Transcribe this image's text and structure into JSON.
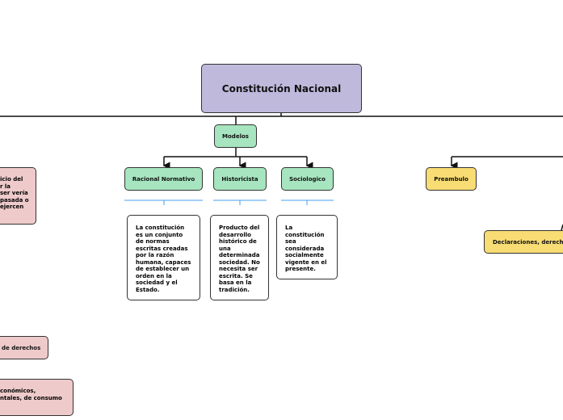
{
  "title": "Constitución Nacional",
  "modelos": "Modelos",
  "models": [
    {
      "label": "Racional Normativo",
      "desc": "La constitución es un conjunto de normas escritas creadas por la razón humana, capaces de establecer un orden en la sociedad y el Estado."
    },
    {
      "label": "Historicista",
      "desc": "Producto del desarrollo histórico de una determinada sociedad. No necesita ser escrita. Se basa en la tradición."
    },
    {
      "label": "Sociologico",
      "desc": "La constitución sea considerada socialmente vigente en el presente."
    }
  ],
  "preambulo": "Preambulo",
  "declaraciones": "Declaraciones, derechos",
  "left": {
    "box1": [
      "icio del",
      "r la",
      "ser vería",
      "pasada o",
      "ejercen"
    ],
    "box2": "de derechos",
    "box3": [
      "conómicos,",
      "ntales, de consumo"
    ]
  },
  "colors": {
    "title": "#bfb9dc",
    "model": "#a6e5bf",
    "yellow": "#f8dc74",
    "pink": "#eecaca",
    "accent_line": "#4a9ff0"
  }
}
